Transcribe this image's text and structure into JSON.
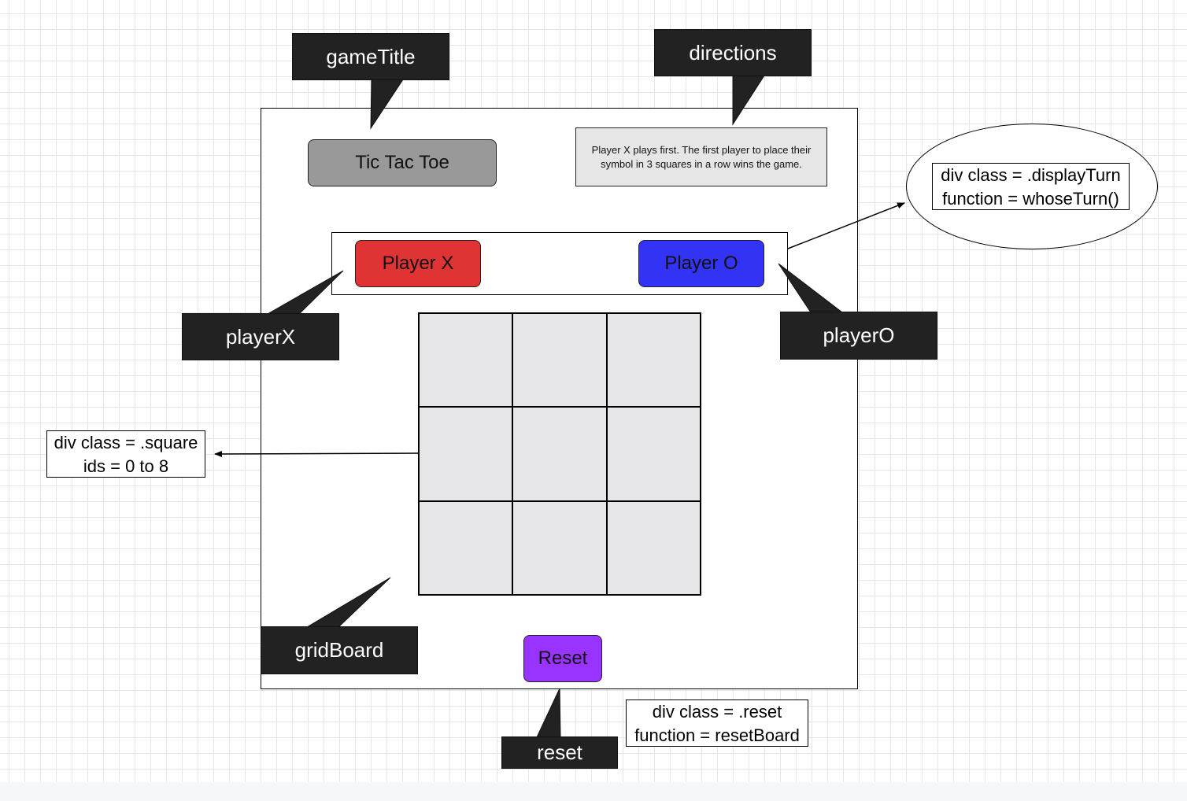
{
  "app": {
    "title": "Tic Tac Toe",
    "directions": "Player X plays first. The first player to place their symbol in 3 squares in a row wins the game.",
    "player_x_label": "Player X",
    "player_o_label": "Player O",
    "reset_label": "Reset",
    "squares": [
      "",
      "",
      "",
      "",
      "",
      "",
      "",
      "",
      ""
    ]
  },
  "callouts": {
    "game_title": "gameTitle",
    "directions": "directions",
    "player_x": "playerX",
    "player_o": "playerO",
    "grid_board": "gridBoard",
    "reset": "reset"
  },
  "notes": {
    "display_turn": {
      "line1": "div class = .displayTurn",
      "line2": "function = whoseTurn()"
    },
    "square": {
      "line1": "div class = .square",
      "line2": "ids = 0 to 8"
    },
    "reset": {
      "line1": "div class = .reset",
      "line2": "function = resetBoard"
    }
  },
  "colors": {
    "title_bg": "#999999",
    "directions_bg": "#e6e6e6",
    "player_x": "#e03333",
    "player_o": "#3333f5",
    "reset": "#9933ff",
    "square": "#e6e6e8",
    "callout": "#222222"
  }
}
